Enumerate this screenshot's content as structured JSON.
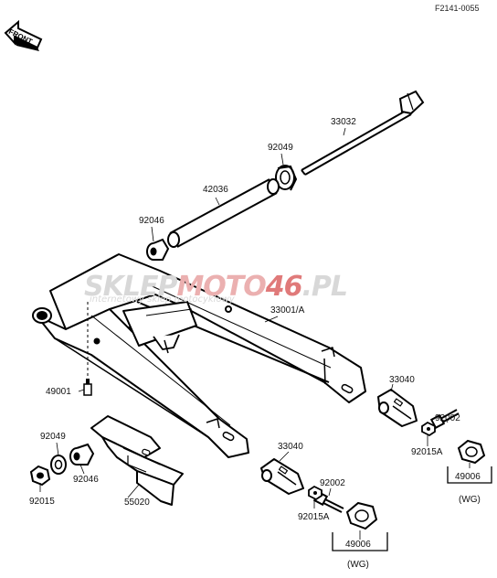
{
  "diagram_code": "F2141-0055",
  "front_arrow": "FRONT",
  "watermark": {
    "part1": "SKLEP",
    "part2": "MOTO",
    "part3": "46",
    "part4": ".PL",
    "tagline": "internetowy sklep motocyklowy",
    "color_gray": "#d4d4d4",
    "color_red": "#e8a0a0"
  },
  "parts": {
    "p33032": "33032",
    "p92049_top": "92049",
    "p42036": "42036",
    "p92046_top": "92046",
    "p33001": "33001/A",
    "p49001": "49001",
    "p33040_right": "33040",
    "p92002_right": "92002",
    "p92015A_right": "92015A",
    "p49006_right": "49006",
    "wg_right": "(WG)",
    "p92049_left": "92049",
    "p92015": "92015",
    "p92046_left": "92046",
    "p55020": "55020",
    "p33040_mid": "33040",
    "p92002_mid": "92002",
    "p92015A_mid": "92015A",
    "p49006_mid": "49006",
    "wg_mid": "(WG)"
  }
}
